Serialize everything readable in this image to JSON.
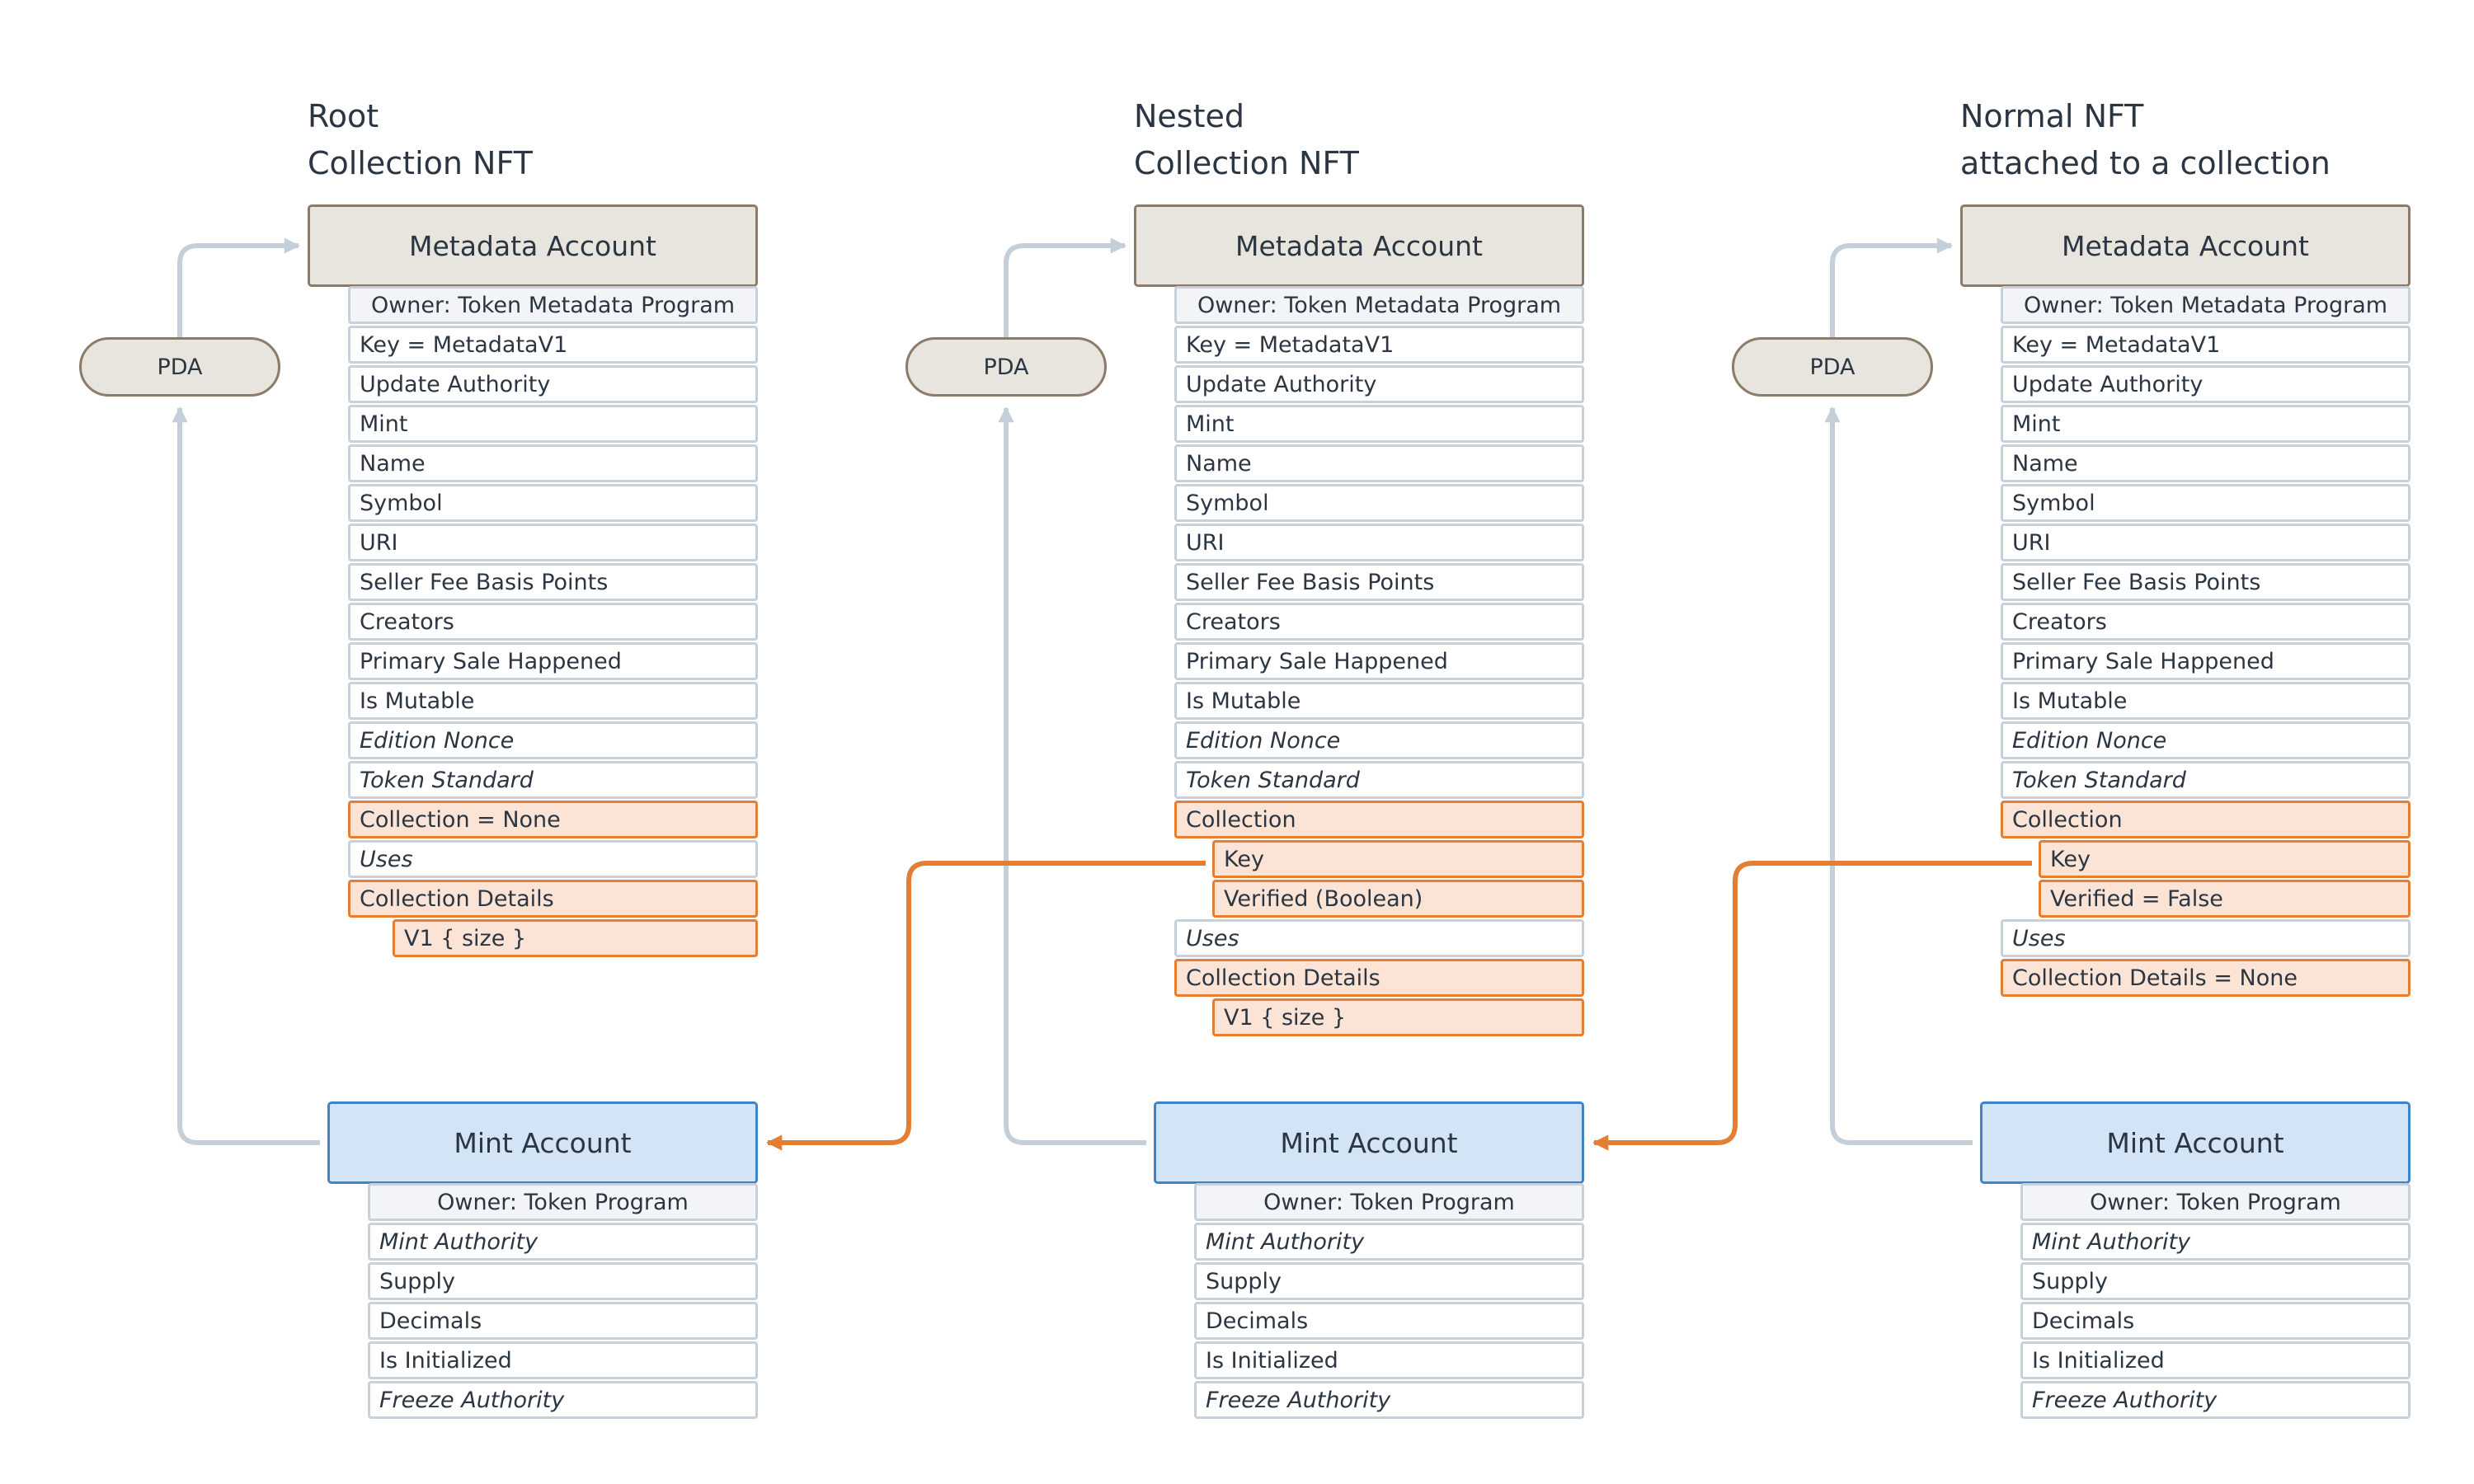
{
  "columns": [
    {
      "title_line1": "Root",
      "title_line2": "Collection NFT",
      "pda_label": "PDA",
      "metadata_header": "Metadata Account",
      "metadata_owner": "Owner: Token Metadata Program",
      "metadata_fields": [
        {
          "label": "Key = MetadataV1"
        },
        {
          "label": "Update Authority"
        },
        {
          "label": "Mint"
        },
        {
          "label": "Name"
        },
        {
          "label": "Symbol"
        },
        {
          "label": "URI"
        },
        {
          "label": "Seller Fee Basis Points"
        },
        {
          "label": "Creators"
        },
        {
          "label": "Primary Sale Happened"
        },
        {
          "label": "Is Mutable"
        },
        {
          "label": "Edition Nonce",
          "italic": true
        },
        {
          "label": "Token Standard",
          "italic": true
        },
        {
          "label": "Collection = None",
          "highlight": true
        },
        {
          "label": "Uses",
          "italic": true
        },
        {
          "label": "Collection Details",
          "highlight": true
        },
        {
          "label": "V1 { size }",
          "highlight": true,
          "indent": 2
        }
      ],
      "mint_header": "Mint Account",
      "mint_owner": "Owner: Token Program",
      "mint_fields": [
        {
          "label": "Mint Authority",
          "italic": true
        },
        {
          "label": "Supply"
        },
        {
          "label": "Decimals"
        },
        {
          "label": "Is Initialized"
        },
        {
          "label": "Freeze Authority",
          "italic": true
        }
      ]
    },
    {
      "title_line1": "Nested",
      "title_line2": "Collection NFT",
      "pda_label": "PDA",
      "metadata_header": "Metadata Account",
      "metadata_owner": "Owner: Token Metadata Program",
      "metadata_fields": [
        {
          "label": "Key = MetadataV1"
        },
        {
          "label": "Update Authority"
        },
        {
          "label": "Mint"
        },
        {
          "label": "Name"
        },
        {
          "label": "Symbol"
        },
        {
          "label": "URI"
        },
        {
          "label": "Seller Fee Basis Points"
        },
        {
          "label": "Creators"
        },
        {
          "label": "Primary Sale Happened"
        },
        {
          "label": "Is Mutable"
        },
        {
          "label": "Edition Nonce",
          "italic": true
        },
        {
          "label": "Token Standard",
          "italic": true
        },
        {
          "label": "Collection",
          "highlight": true
        },
        {
          "label": "Key",
          "highlight": true,
          "indent": 1,
          "link": true
        },
        {
          "label": "Verified (Boolean)",
          "highlight": true,
          "indent": 1
        },
        {
          "label": "Uses",
          "italic": true
        },
        {
          "label": "Collection Details",
          "highlight": true
        },
        {
          "label": "V1 { size }",
          "highlight": true,
          "indent": 1
        }
      ],
      "mint_header": "Mint Account",
      "mint_owner": "Owner: Token Program",
      "mint_fields": [
        {
          "label": "Mint Authority",
          "italic": true
        },
        {
          "label": "Supply"
        },
        {
          "label": "Decimals"
        },
        {
          "label": "Is Initialized"
        },
        {
          "label": "Freeze Authority",
          "italic": true
        }
      ]
    },
    {
      "title_line1": "Normal NFT",
      "title_line2": "attached to a collection",
      "pda_label": "PDA",
      "metadata_header": "Metadata Account",
      "metadata_owner": "Owner: Token Metadata Program",
      "metadata_fields": [
        {
          "label": "Key = MetadataV1"
        },
        {
          "label": "Update Authority"
        },
        {
          "label": "Mint"
        },
        {
          "label": "Name"
        },
        {
          "label": "Symbol"
        },
        {
          "label": "URI"
        },
        {
          "label": "Seller Fee Basis Points"
        },
        {
          "label": "Creators"
        },
        {
          "label": "Primary Sale Happened"
        },
        {
          "label": "Is Mutable"
        },
        {
          "label": "Edition Nonce",
          "italic": true
        },
        {
          "label": "Token Standard",
          "italic": true
        },
        {
          "label": "Collection",
          "highlight": true
        },
        {
          "label": "Key",
          "highlight": true,
          "indent": 1,
          "link": true
        },
        {
          "label": "Verified = False",
          "highlight": true,
          "indent": 1
        },
        {
          "label": "Uses",
          "italic": true
        },
        {
          "label": "Collection Details = None",
          "highlight": true
        }
      ],
      "mint_header": "Mint Account",
      "mint_owner": "Owner: Token Program",
      "mint_fields": [
        {
          "label": "Mint Authority",
          "italic": true
        },
        {
          "label": "Supply"
        },
        {
          "label": "Decimals"
        },
        {
          "label": "Is Initialized"
        },
        {
          "label": "Freeze Authority",
          "italic": true
        }
      ]
    }
  ],
  "colors": {
    "metadata_fill": "#e8e5de",
    "metadata_border": "#8b7b68",
    "mint_fill": "#d2e4f6",
    "mint_border": "#3d85c6",
    "highlight_fill": "#fbe4d5",
    "highlight_border": "#e47e32",
    "connector_gray": "#c5cfd9",
    "connector_orange": "#e47e32"
  }
}
